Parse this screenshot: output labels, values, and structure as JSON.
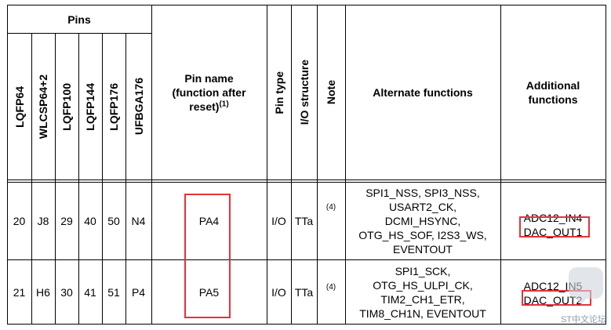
{
  "header": {
    "pins_group": "Pins",
    "pin_cols": [
      "LQFP64",
      "WLCSP64+2",
      "LQFP100",
      "LQFP144",
      "LQFP176",
      "UFBGA176"
    ],
    "pin_name_line1": "Pin name",
    "pin_name_line2": "(function after",
    "pin_name_line3": "reset)",
    "pin_name_note": "(1)",
    "pin_type": "Pin type",
    "io_structure": "I/O structure",
    "note": "Note",
    "alt_functions": "Alternate functions",
    "add_functions_line1": "Additional",
    "add_functions_line2": "functions"
  },
  "rows": [
    {
      "pins": [
        "20",
        "J8",
        "29",
        "40",
        "50",
        "N4"
      ],
      "pin_name": "PA4",
      "pin_type": "I/O",
      "io_structure": "TTa",
      "note": "(4)",
      "alt": [
        "SPI1_NSS, SPI3_NSS,",
        "USART2_CK,",
        "DCMI_HSYNC,",
        "OTG_HS_SOF, I2S3_WS,",
        "EVENTOUT"
      ],
      "add": [
        "ADC12_IN4",
        "DAC_OUT1"
      ]
    },
    {
      "pins": [
        "21",
        "H6",
        "30",
        "41",
        "51",
        "P4"
      ],
      "pin_name": "PA5",
      "pin_type": "I/O",
      "io_structure": "TTa",
      "note": "(4)",
      "alt": [
        "SPI1_SCK,",
        "OTG_HS_ULPI_CK,",
        "TIM2_CH1_ETR,",
        "TIM8_CH1N, EVENTOUT"
      ],
      "add": [
        "ADC12_IN5",
        "DAC_OUT2"
      ]
    }
  ],
  "watermark": "ST中文论坛",
  "colors": {
    "highlight": "#e4323a",
    "rule": "#000000"
  }
}
